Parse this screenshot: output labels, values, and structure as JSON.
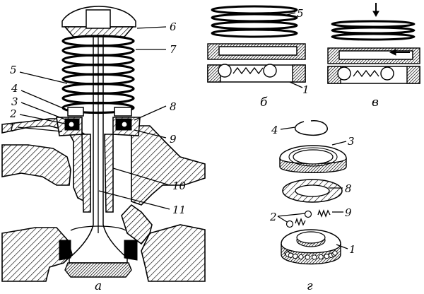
{
  "figure": {
    "captions": {
      "a": "а",
      "b": "б",
      "v": "в",
      "g": "г"
    },
    "callouts_a": [
      "6",
      "7",
      "5",
      "4",
      "3",
      "2",
      "1",
      "8",
      "9",
      "10",
      "11"
    ],
    "callouts_b": [
      "5",
      "1"
    ],
    "callouts_g": [
      "4",
      "3",
      "8",
      "2",
      "9",
      "1"
    ]
  }
}
